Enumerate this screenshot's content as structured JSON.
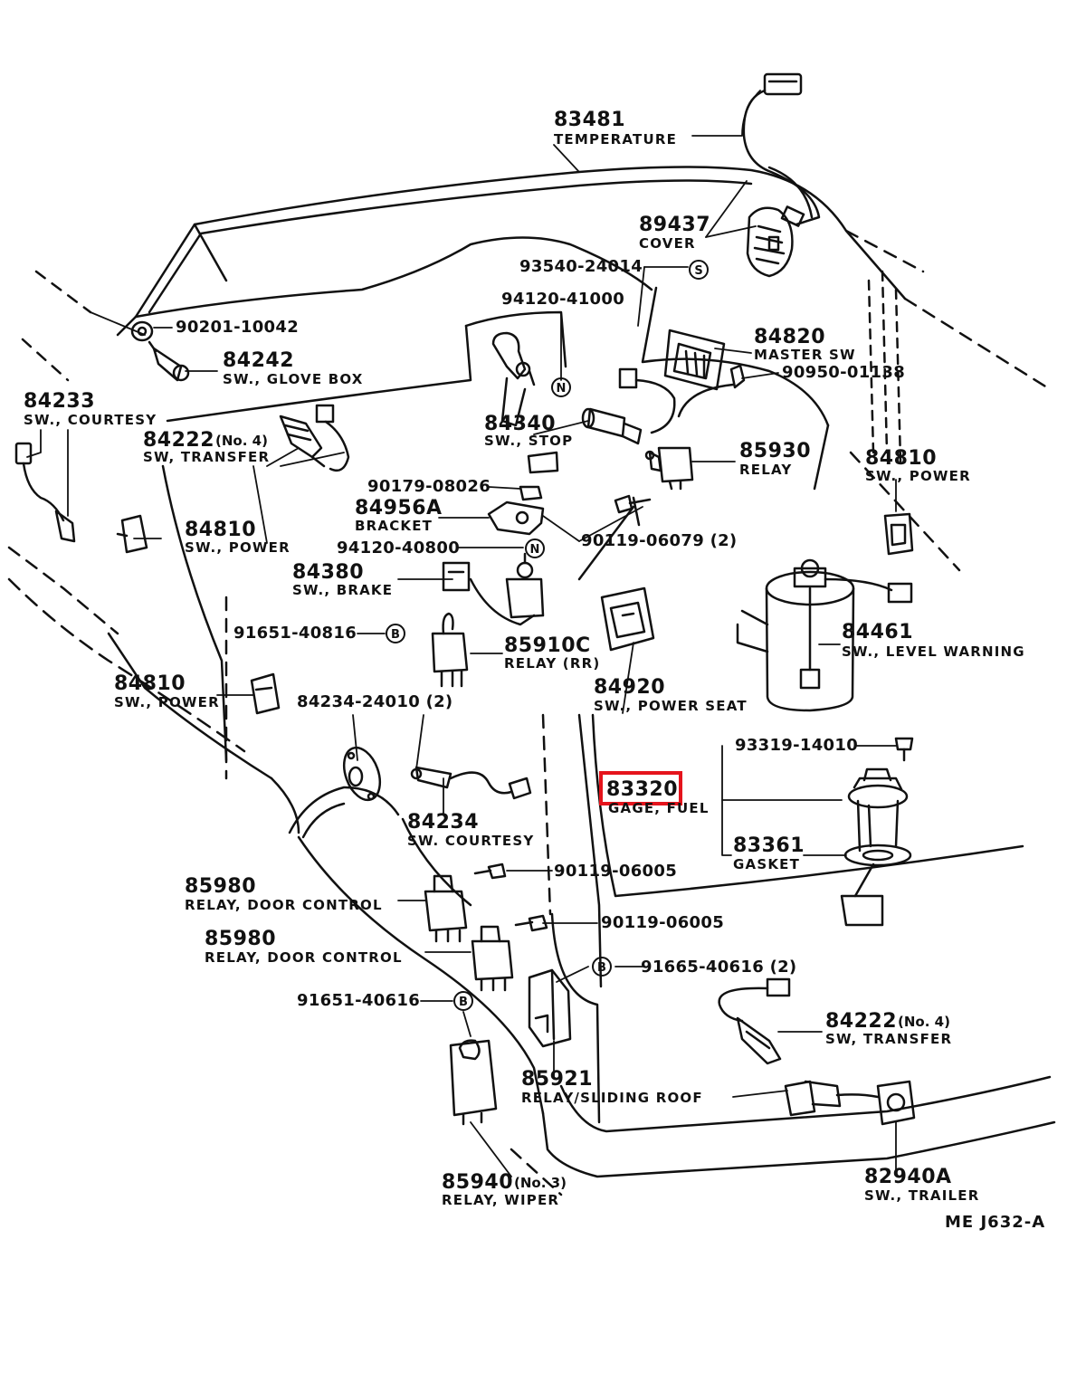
{
  "diagram": {
    "code": "ME  J632-A",
    "highlight_color": "#e5141c",
    "highlighted_part": "83320",
    "parts": [
      {
        "id": "83481",
        "name": "TEMPERATURE"
      },
      {
        "id": "89437",
        "name": "COVER"
      },
      {
        "id": "93540-24014",
        "name": ""
      },
      {
        "id": "94120-41000",
        "name": ""
      },
      {
        "id": "90201-10042",
        "name": ""
      },
      {
        "id": "84242",
        "name": "SW., GLOVE BOX"
      },
      {
        "id": "84820",
        "name": "MASTER  SW"
      },
      {
        "id": "90950-01138",
        "name": ""
      },
      {
        "id": "84233",
        "name": "SW., COURTESY"
      },
      {
        "id": "84222",
        "suffix": "(No. 4)",
        "name": "SW, TRANSFER"
      },
      {
        "id": "84340",
        "name": "SW., STOP"
      },
      {
        "id": "85930",
        "name": "RELAY"
      },
      {
        "id": "84810",
        "name": "SW., POWER"
      },
      {
        "id": "90179-08026",
        "name": ""
      },
      {
        "id": "84956A",
        "name": "BRACKET"
      },
      {
        "id": "84810",
        "name": "SW., POWER"
      },
      {
        "id": "94120-40800",
        "name": ""
      },
      {
        "id": "90119-06079 (2)",
        "name": ""
      },
      {
        "id": "84380",
        "name": "SW., BRAKE"
      },
      {
        "id": "91651-40816",
        "name": ""
      },
      {
        "id": "85910C",
        "name": "RELAY (RR)"
      },
      {
        "id": "84461",
        "name": "SW., LEVEL WARNING"
      },
      {
        "id": "84810",
        "name": "SW., POWER"
      },
      {
        "id": "84234-24010 (2)",
        "name": ""
      },
      {
        "id": "84920",
        "name": "SW., POWER SEAT"
      },
      {
        "id": "93319-14010",
        "name": ""
      },
      {
        "id": "83320",
        "name": "GAGE, FUEL"
      },
      {
        "id": "84234",
        "name": "SW.  COURTESY"
      },
      {
        "id": "83361",
        "name": "GASKET"
      },
      {
        "id": "85980",
        "name": "RELAY, DOOR CONTROL"
      },
      {
        "id": "90119-06005",
        "name": ""
      },
      {
        "id": "85980",
        "name": "RELAY, DOOR CONTROL"
      },
      {
        "id": "90119-06005",
        "name": ""
      },
      {
        "id": "91665-40616 (2)",
        "name": ""
      },
      {
        "id": "91651-40616",
        "name": ""
      },
      {
        "id": "84222",
        "suffix": "(No. 4)",
        "name": "SW, TRANSFER"
      },
      {
        "id": "85921",
        "name": "RELAY/SLIDING  ROOF"
      },
      {
        "id": "85940",
        "suffix": "(No. 3)",
        "name": "RELAY, WIPER"
      },
      {
        "id": "82940A",
        "name": "SW., TRAILER"
      }
    ],
    "symbols": {
      "s": "S",
      "n": "N",
      "b": "B"
    }
  }
}
